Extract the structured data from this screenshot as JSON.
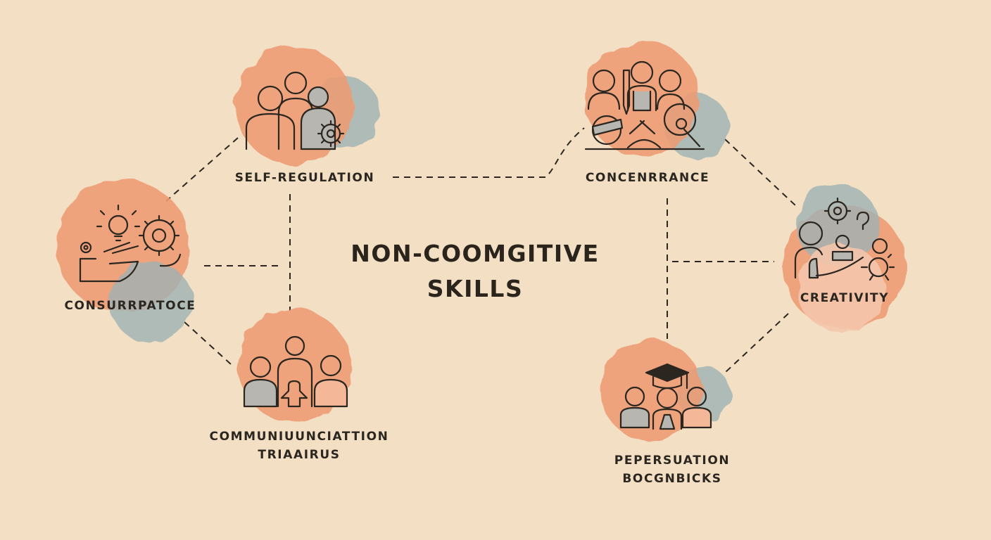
{
  "center": {
    "line1": "NON-COOMGITIVE",
    "line2": "SKILLS"
  },
  "nodes": {
    "self_regulation": {
      "label": "SELF-REGULATION"
    },
    "concenrrance": {
      "label": "CONCENRRANCE"
    },
    "consurrpatoce": {
      "label": "CONSURRPATOCE"
    },
    "creativity": {
      "label": "CREATIVITY"
    },
    "communication": {
      "line1": "COMMUNIUUNCIATTION",
      "line2": "TRIAAIRUS"
    },
    "pepersuation": {
      "line1": "PEPERSUATION",
      "line2": "BOCGNBICKS"
    }
  },
  "colors": {
    "background": "#f3e0c4",
    "blob_orange": "#ee9b73",
    "blob_blue": "#9fb2b4",
    "ink": "#2b2620",
    "icon_fill": "#b7b6b0"
  }
}
